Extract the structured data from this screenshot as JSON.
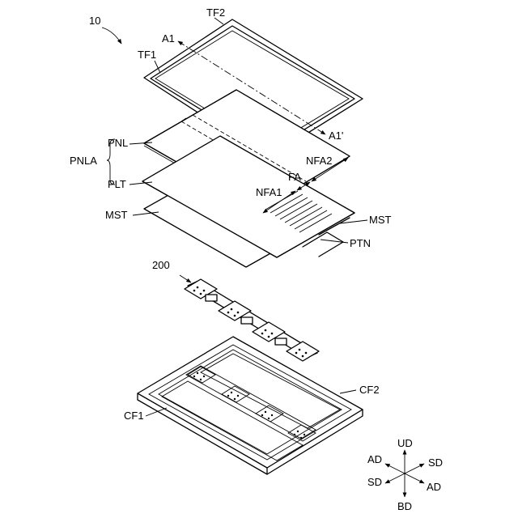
{
  "labels": {
    "figure_ref": "10",
    "tf2": "TF2",
    "tf1": "TF1",
    "a1": "A1",
    "a1_prime": "A1'",
    "pnl": "PNL",
    "pnla": "PNLA",
    "plt": "PLT",
    "mst_left": "MST",
    "mst_right": "MST",
    "nfa2": "NFA2",
    "fa": "FA",
    "nfa1": "NFA1",
    "ptn": "PTN",
    "hinge_ref": "200",
    "cf1": "CF1",
    "cf2": "CF2"
  },
  "compass": {
    "ud": "UD",
    "bd": "BD",
    "sd_right": "SD",
    "sd_left": "SD",
    "ad_left": "AD",
    "ad_right": "AD"
  }
}
